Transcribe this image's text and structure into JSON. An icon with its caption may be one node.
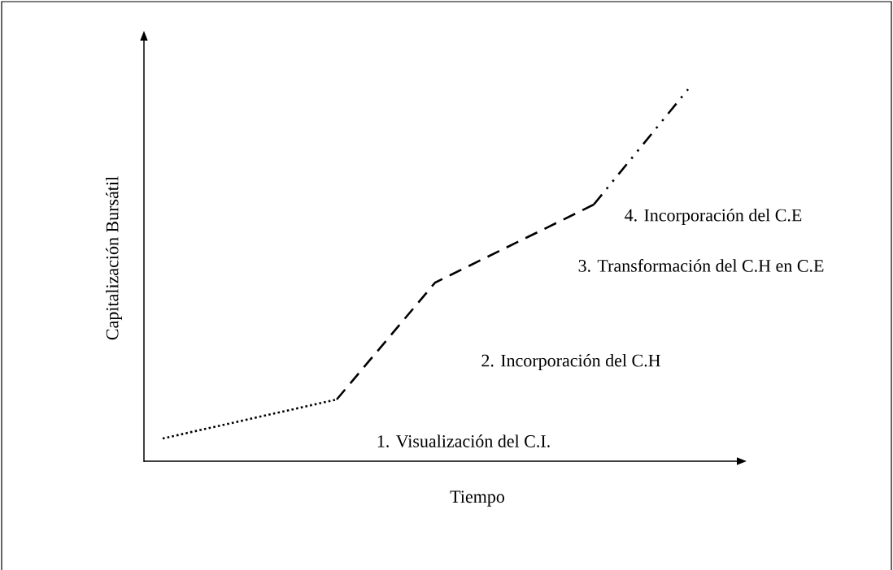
{
  "diagram": {
    "labels": [
      "Capitalización Bursátil",
      "4. Incorporación del C.E",
      "3. Transformación del C.H en C.E",
      "2. Incorporación del C.H",
      "1. Visualización del C.I.",
      "Tiempo"
    ]
  }
}
